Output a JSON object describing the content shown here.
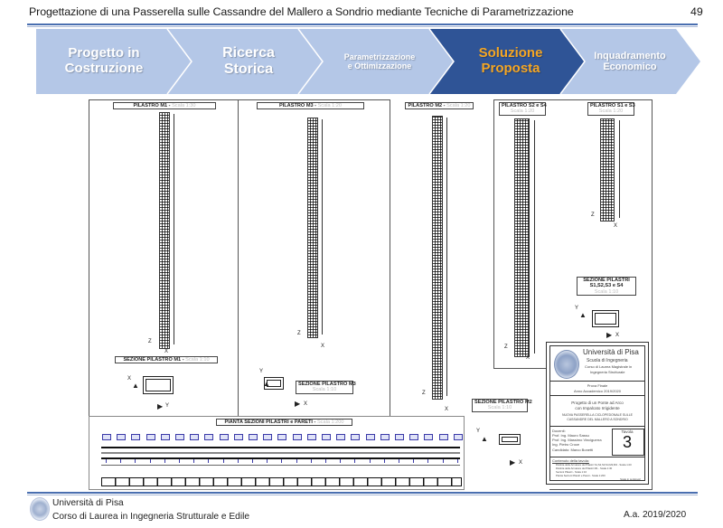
{
  "header": {
    "title": "Progettazione di una Passerella sulle Cassandre del Mallero a Sondrio mediante Tecniche di Parametrizzazione",
    "page_number": "49"
  },
  "process_steps": [
    {
      "label_line1": "Progetto in",
      "label_line2": "Costruzione",
      "active": false
    },
    {
      "label_line1": "Ricerca",
      "label_line2": "Storica",
      "active": false
    },
    {
      "label_line1": "Parametrizzazione",
      "label_line2": "e Ottimizzazione",
      "active": false
    },
    {
      "label_line1": "Soluzione",
      "label_line2": "Proposta",
      "active": true
    },
    {
      "label_line1": "Inquadramento",
      "label_line2": "Economico",
      "active": false
    }
  ],
  "colors": {
    "step_inactive": "#b4c7e7",
    "step_active": "#2f5496",
    "active_text": "#f5a623",
    "inactive_text": "#ffffff",
    "rule": "#4a6fb0"
  },
  "drawing": {
    "panels": {
      "m1": {
        "title": "PILASTRO M1 - ",
        "scale": "Scala  1:30",
        "section_title": "SEZIONE PILASTRO M1 - ",
        "section_scale": "Scala  1:10",
        "axis_a": "X",
        "axis_b": "Y",
        "elev_axis_a": "Z",
        "elev_axis_b": "X"
      },
      "m3": {
        "title": "PILASTRO M3 - ",
        "scale": "Scala  1:20",
        "section_title": "SEZIONE PILASTRO M3",
        "section_scale": "Scala  1:10",
        "axis_a": "Y",
        "axis_b": "X",
        "elev_axis_a": "Z",
        "elev_axis_b": "X"
      },
      "m2": {
        "title": "PILASTRO M2 - ",
        "scale": "Scala  1:20",
        "section_title": "SEZIONE PILASTRO M2",
        "section_scale": "Scala  1:10",
        "axis_a": "Y",
        "axis_b": "X",
        "elev_axis_a": "Z",
        "elev_axis_b": "X"
      },
      "s2s4": {
        "title": "PILASTRO S2 e S4",
        "scale": "Scala  1:20",
        "elev_axis_a": "Z",
        "elev_axis_b": "X"
      },
      "s1s3": {
        "title": "PILASTRO S1 e S3",
        "scale": "Scala  1:20",
        "elev_axis_a": "Z",
        "elev_axis_b": "X"
      },
      "sez_s": {
        "title_line1": "SEZIONE PILASTRI",
        "title_line2": "S1,S2,S3 e S4",
        "scale": "Scala  1:10",
        "axis_a": "Y",
        "axis_b": "X"
      },
      "plan": {
        "title": "PIANTA SEZIONI PILASTRI  e PARETI - ",
        "scale": "Scala  1:200"
      }
    },
    "title_block": {
      "university": "Università di Pisa",
      "school": "Scuola di Ingegneria",
      "course_line1": "Corso di Laurea Magistrale in",
      "course_line2": "Ingegneria Strutturale",
      "exam": "Prova Finale",
      "year": "Anno Accademico 2019/2020",
      "project_line1": "Progetto di un Ponte ad Arco",
      "project_line2": "con Impalcato Irrigidente",
      "subtitle_line1": "NUOVA PASSERELLA CICLOPEDONALE SULLE",
      "subtitle_line2": "CASSANDRE DEL MALLERO A SONDRIO",
      "docenti_label": "Docenti:",
      "docente1": "Prof. Ing. Mauro Sassu",
      "docente2": "Prof. Ing. Massimo Vinciguerra",
      "docente3": "Ing. Pietro Croce",
      "candidate": "Candidato: Marco Bonetti",
      "tavola_label": "Tavola",
      "tavola_number": "3",
      "contents_label": "Contenuto della tavola:",
      "contents": [
        "Distinta delle Armature dei Pilastri S1,S2,S3,S4,M2,M3 - Scala 1:20",
        "Distinta delle Armature dei Pilastri M1 - Scala 1:30",
        "Sezioni Pilastri - Scala 1:10",
        "Pianta Sezioni Pilastri e Pareti - Scala 1:200"
      ],
      "footer_note": "Scale in centimetri"
    }
  },
  "footer": {
    "university": "Università di Pisa",
    "course": "Corso di Laurea in Ingegneria Strutturale e Edile",
    "academic_year": "A.a. 2019/2020"
  }
}
